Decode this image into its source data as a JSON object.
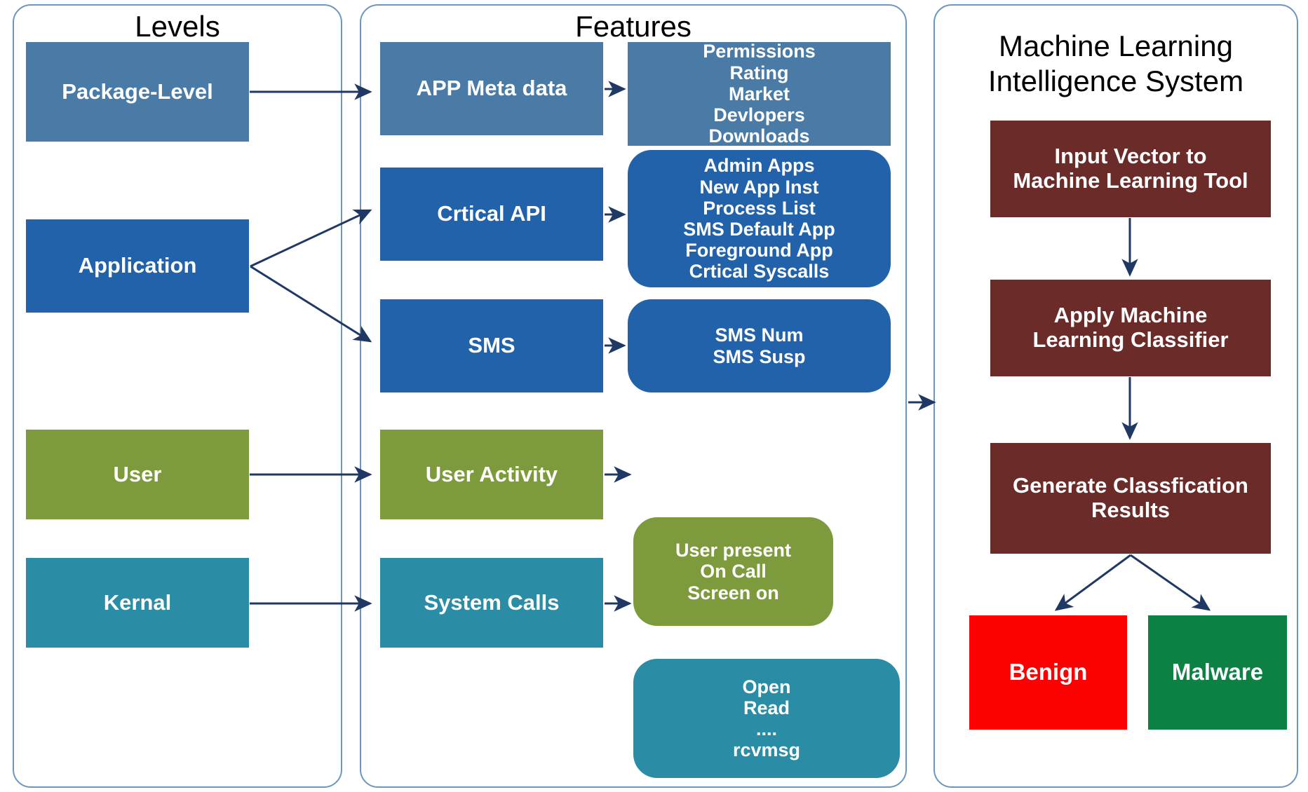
{
  "panels": {
    "levels": {
      "title": "Levels"
    },
    "features": {
      "title": "Features"
    },
    "ml": {
      "title_line1": "Machine Learning",
      "title_line2": "Intelligence System"
    }
  },
  "levels": [
    {
      "label": "Package-Level",
      "color": "#4a7ba7"
    },
    {
      "label": "Application",
      "color": "#2162ab"
    },
    {
      "label": "User",
      "color": "#7d9b3c"
    },
    {
      "label": "Kernal",
      "color": "#2a8ca5"
    }
  ],
  "features": [
    {
      "label": "APP Meta data",
      "color": "#4a7ba7"
    },
    {
      "label": "Crtical API",
      "color": "#2162ab"
    },
    {
      "label": "SMS",
      "color": "#2162ab"
    },
    {
      "label": "User Activity",
      "color": "#7d9b3c"
    },
    {
      "label": "System Calls",
      "color": "#2a8ca5"
    }
  ],
  "feature_details": [
    {
      "items": [
        "Permissions",
        "Rating",
        "Market",
        "Devlopers",
        "Downloads"
      ],
      "color": "#4a7ba7",
      "shape": "square"
    },
    {
      "items": [
        "Admin Apps",
        "New App Inst",
        "Process List",
        "SMS Default App",
        "Foreground App",
        "Crtical Syscalls"
      ],
      "color": "#2162ab",
      "shape": "rounded"
    },
    {
      "items": [
        "SMS Num",
        "SMS Susp"
      ],
      "color": "#2162ab",
      "shape": "rounded"
    },
    {
      "items": [
        "User present",
        "On Call",
        "Screen on"
      ],
      "color": "#7d9b3c",
      "shape": "rounded"
    },
    {
      "items": [
        "Open",
        "Read",
        "....",
        "rcvmsg"
      ],
      "color": "#2a8ca5",
      "shape": "rounded"
    }
  ],
  "ml_pipeline": [
    {
      "lines": [
        "Input Vector to",
        "Machine Learning Tool"
      ],
      "color": "#6b2b28"
    },
    {
      "lines": [
        "Apply Machine",
        "Learning Classifier"
      ],
      "color": "#6b2b28"
    },
    {
      "lines": [
        "Generate Classfication",
        "Results"
      ],
      "color": "#6b2b28"
    }
  ],
  "ml_results": [
    {
      "label": "Benign",
      "color": "#fb0102"
    },
    {
      "label": "Malware",
      "color": "#0d8044"
    }
  ],
  "colors": {
    "panel_border": "#6b96bf",
    "arrow": "#1f3864",
    "background": "#ffffff"
  }
}
